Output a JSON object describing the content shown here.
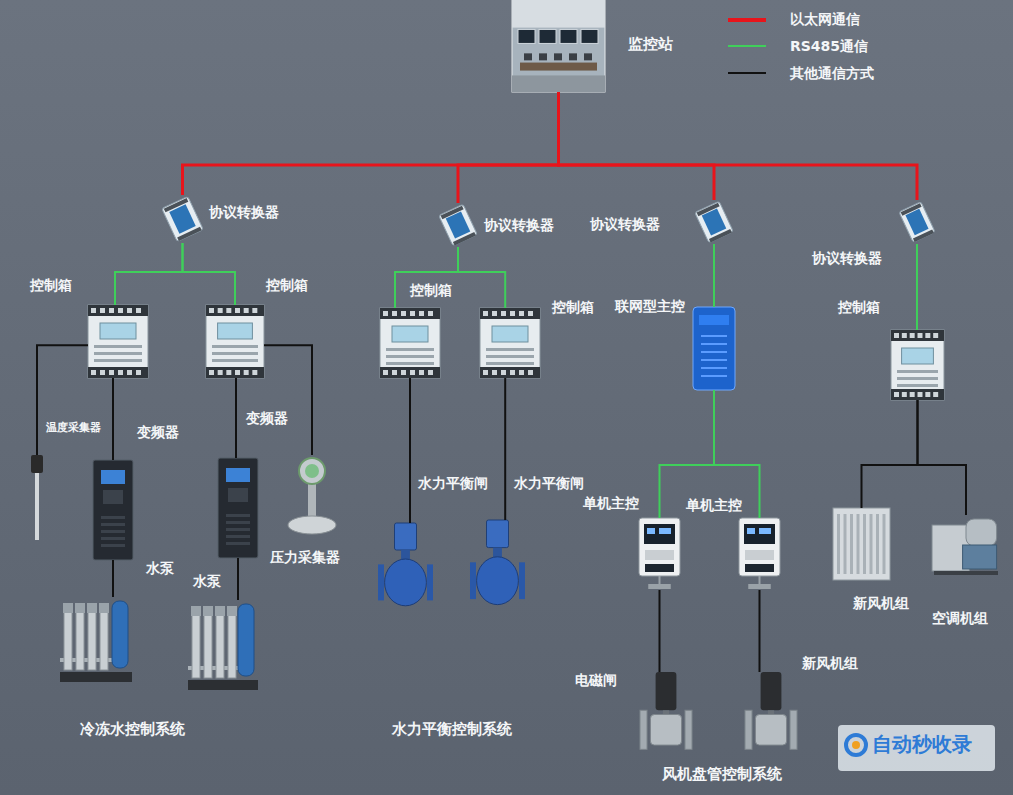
{
  "diagram": {
    "nodes": [
      {
        "text": [
          "监控站"
        ]
      },
      {
        "text": [
          "协议转换器"
        ]
      },
      {
        "text": [
          "协议转换器"
        ]
      },
      {
        "text": [
          "协议转换器"
        ]
      },
      {
        "text": [
          "协议转换器"
        ]
      },
      {
        "text": [
          "控制箱"
        ]
      },
      {
        "text": [
          "控制箱"
        ]
      },
      {
        "text": [
          "控制箱"
        ]
      },
      {
        "text": [
          "控制箱"
        ]
      },
      {
        "text": [
          "联网型主控"
        ]
      },
      {
        "text": [
          "控制箱"
        ]
      },
      {
        "text": [
          "温度采集器"
        ]
      },
      {
        "text": [
          "变频器"
        ]
      },
      {
        "text": [
          "变频器"
        ]
      },
      {
        "text": [
          "压力采集器"
        ]
      },
      {
        "text": [
          "水泵"
        ]
      },
      {
        "text": [
          "水泵"
        ]
      },
      {
        "text": [
          "水力平衡闸"
        ]
      },
      {
        "text": [
          "水力平衡闸"
        ]
      },
      {
        "text": [
          "单机主控"
        ]
      },
      {
        "text": [
          "单机主控"
        ]
      },
      {
        "text": [
          "电磁闸"
        ]
      },
      {
        "text": [
          "新风机组"
        ]
      },
      {
        "text": [
          "新风机组"
        ]
      },
      {
        "text": [
          "空调机组"
        ]
      }
    ],
    "edges": [
      {
        "from": 0,
        "to": 1,
        "arrow": "none"
      },
      {
        "from": 0,
        "to": 2,
        "arrow": "none"
      },
      {
        "from": 0,
        "to": 3,
        "arrow": "none"
      },
      {
        "from": 0,
        "to": 4,
        "arrow": "none"
      },
      {
        "from": 1,
        "to": 5,
        "arrow": "none"
      },
      {
        "from": 1,
        "to": 6,
        "arrow": "none"
      },
      {
        "from": 2,
        "to": 7,
        "arrow": "none"
      },
      {
        "from": 2,
        "to": 8,
        "arrow": "none"
      },
      {
        "from": 3,
        "to": 9,
        "arrow": "none"
      },
      {
        "from": 4,
        "to": 10,
        "arrow": "none"
      },
      {
        "from": 5,
        "to": 11,
        "arrow": "none"
      },
      {
        "from": 5,
        "to": 12,
        "arrow": "none"
      },
      {
        "from": 6,
        "to": 13,
        "arrow": "none"
      },
      {
        "from": 6,
        "to": 14,
        "arrow": "none"
      },
      {
        "from": 12,
        "to": 15,
        "arrow": "none"
      },
      {
        "from": 13,
        "to": 16,
        "arrow": "none"
      },
      {
        "from": 7,
        "to": 17,
        "arrow": "none"
      },
      {
        "from": 8,
        "to": 18,
        "arrow": "none"
      },
      {
        "from": 9,
        "to": 19,
        "arrow": "none"
      },
      {
        "from": 9,
        "to": 20,
        "arrow": "none"
      },
      {
        "from": 19,
        "to": 21,
        "arrow": "none"
      },
      {
        "from": 20,
        "to": 22,
        "arrow": "none"
      },
      {
        "from": 10,
        "to": 23,
        "arrow": "none"
      },
      {
        "from": 10,
        "to": 24,
        "arrow": "none"
      }
    ],
    "labels": [
      "冷冻水控制系统",
      "水力平衡控制系统",
      "风机盘管控制系统",
      "自动秒收录"
    ],
    "legend": [
      {
        "text": "以太网通信"
      },
      {
        "text": "RS485通信"
      },
      {
        "text": "其他通信方式"
      }
    ]
  }
}
